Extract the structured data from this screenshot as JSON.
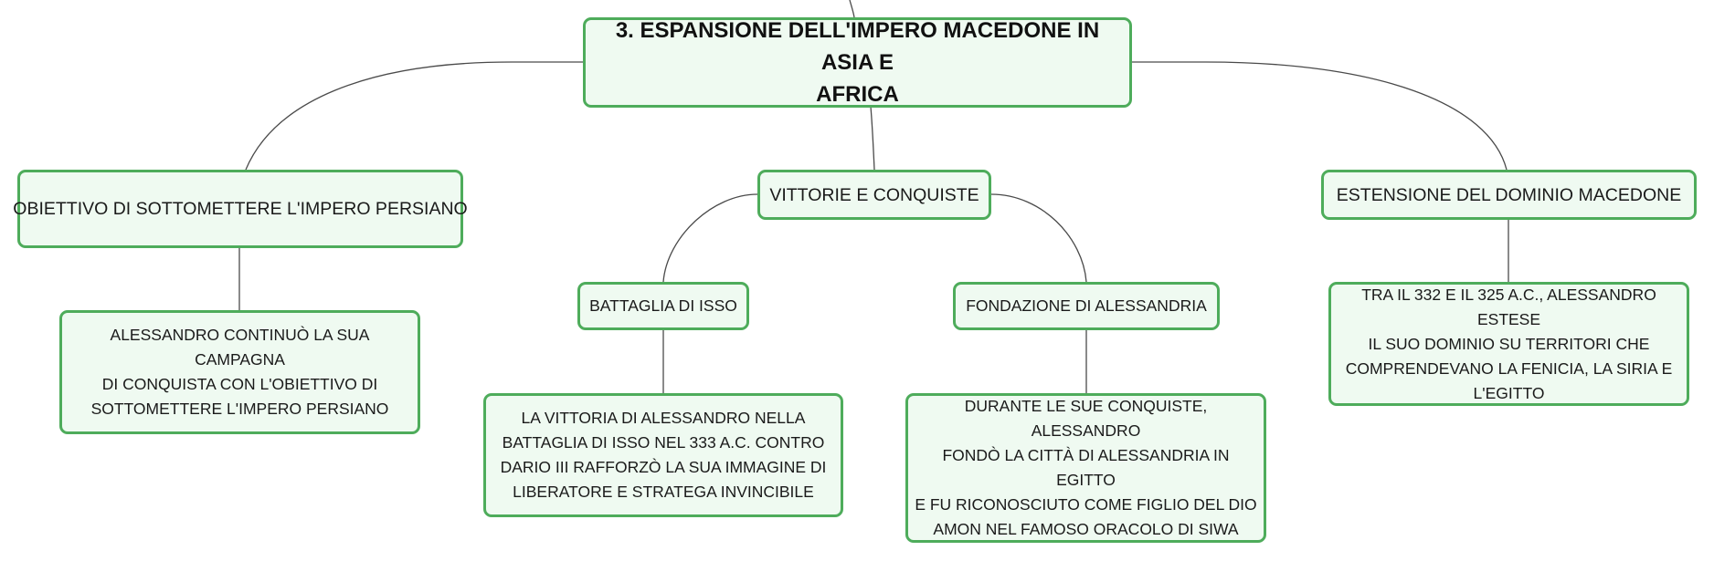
{
  "mindmap": {
    "root": {
      "line1": "3. ESPANSIONE DELL'IMPERO MACEDONE IN ASIA E",
      "line2": "AFRICA"
    },
    "branches": {
      "obiettivo": {
        "title": "OBIETTIVO DI SOTTOMETTERE L'IMPERO PERSIANO",
        "detail": [
          "ALESSANDRO CONTINUÒ LA SUA CAMPAGNA",
          "DI CONQUISTA CON L'OBIETTIVO DI",
          "SOTTOMETTERE L'IMPERO PERSIANO"
        ]
      },
      "vittorie": {
        "title": "VITTORIE E CONQUISTE",
        "battaglia": {
          "title": "BATTAGLIA DI ISSO",
          "detail": [
            "LA VITTORIA DI ALESSANDRO NELLA",
            "BATTAGLIA DI ISSO NEL 333 A.C. CONTRO",
            "DARIO III RAFFORZÒ LA SUA IMMAGINE DI",
            "LIBERATORE E STRATEGA INVINCIBILE"
          ]
        },
        "fondazione": {
          "title": "FONDAZIONE DI ALESSANDRIA",
          "detail": [
            "DURANTE LE SUE CONQUISTE, ALESSANDRO",
            "FONDÒ LA CITTÀ DI ALESSANDRIA IN EGITTO",
            "E FU RICONOSCIUTO COME FIGLIO DEL DIO",
            "AMON NEL FAMOSO ORACOLO DI SIWA"
          ]
        }
      },
      "estensione": {
        "title": "ESTENSIONE DEL DOMINIO MACEDONE",
        "detail": [
          "TRA IL 332 E IL 325 A.C., ALESSANDRO ESTESE",
          "IL SUO DOMINIO SU TERRITORI CHE",
          "COMPRENDEVANO LA FENICIA, LA SIRIA E",
          "L'EGITTO"
        ]
      }
    },
    "colors": {
      "node_border": "#4eac5b",
      "node_fill": "#effaf1",
      "connector": "#4a4a4a",
      "text": "#1a1a1a"
    }
  }
}
